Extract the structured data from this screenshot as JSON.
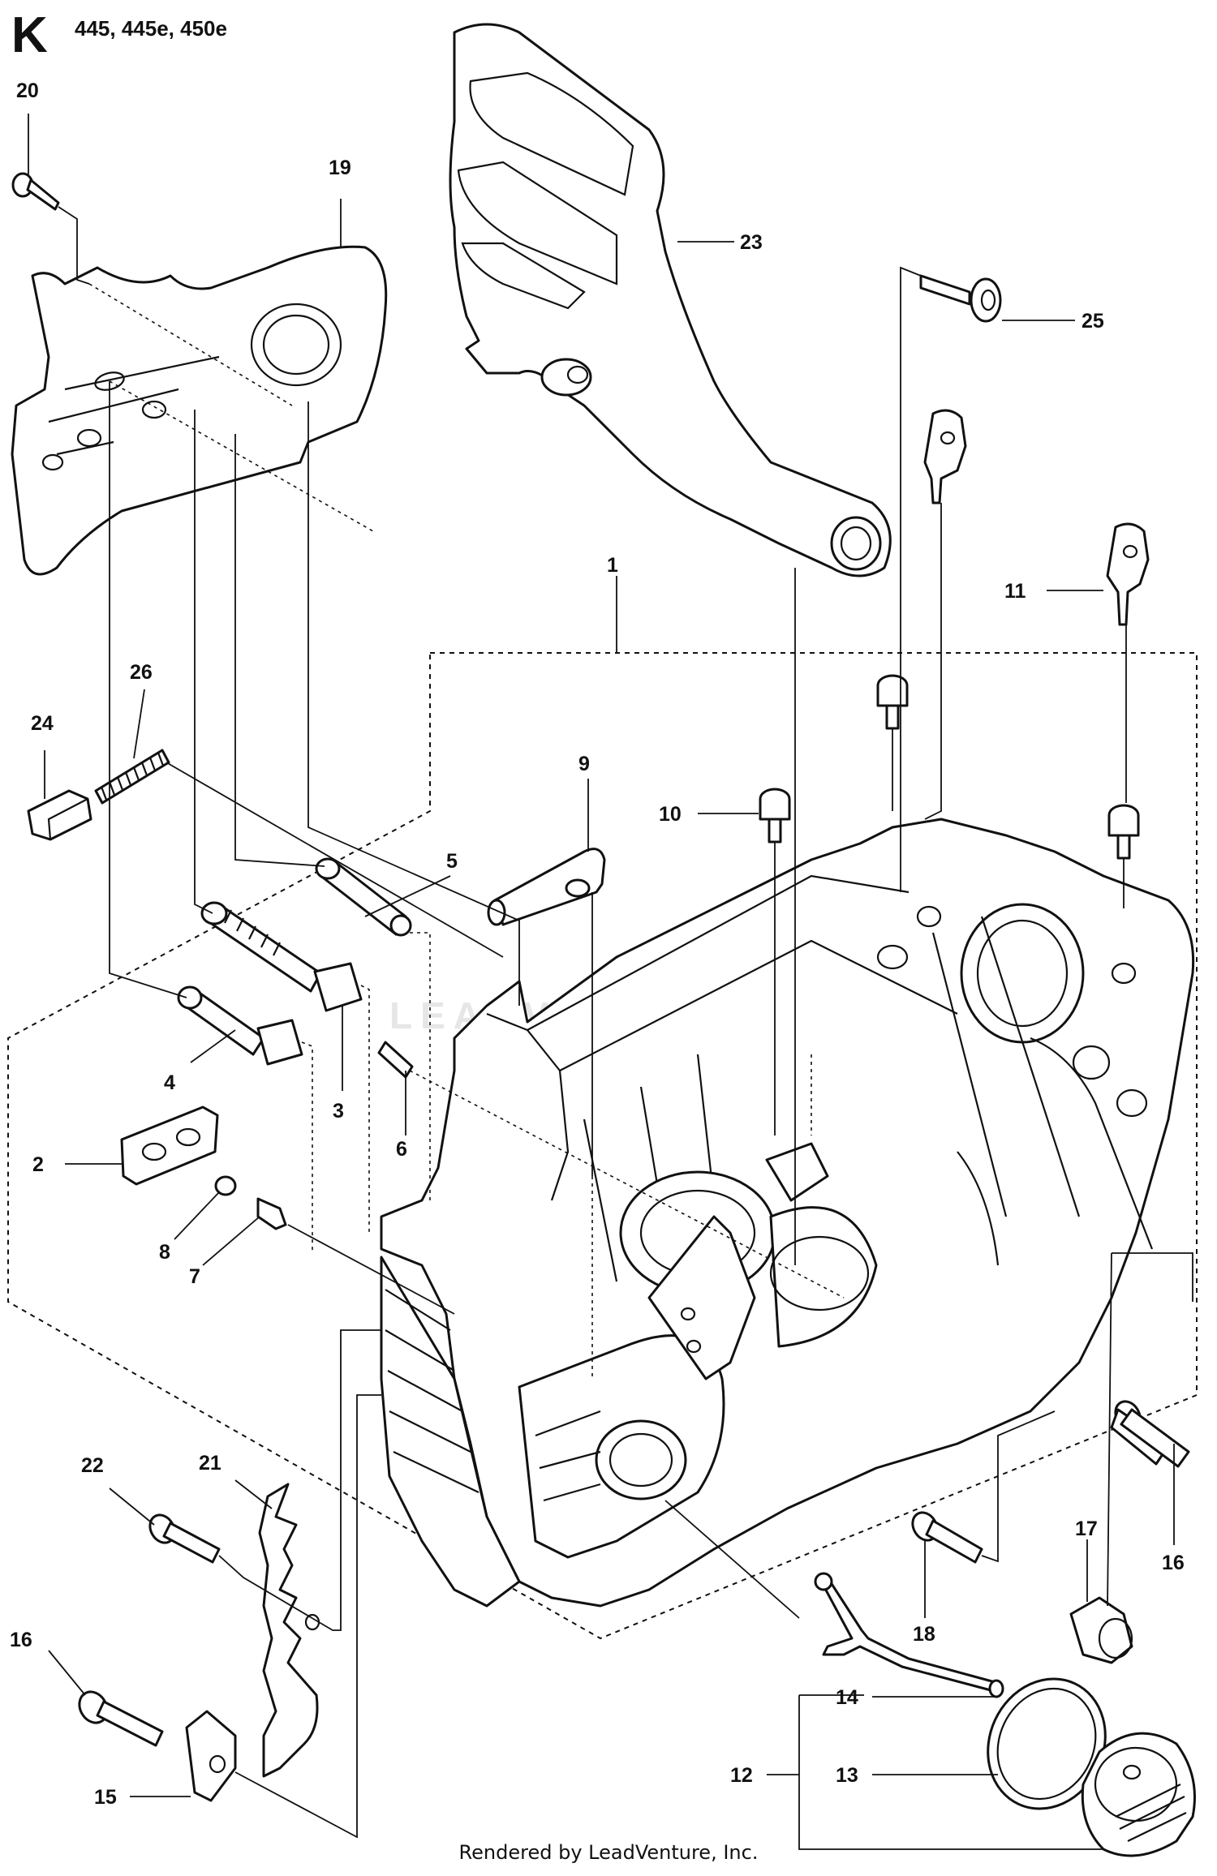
{
  "header": {
    "page_letter": "K",
    "models": "445, 445e, 450e"
  },
  "watermark": "LEADVENTURE",
  "footer": "Rendered by LeadVenture, Inc.",
  "callouts": [
    "1",
    "2",
    "3",
    "4",
    "5",
    "6",
    "7",
    "8",
    "9",
    "10",
    "11",
    "12",
    "13",
    "14",
    "15",
    "16",
    "16",
    "17",
    "18",
    "19",
    "20",
    "21",
    "22",
    "23",
    "24",
    "25",
    "26"
  ]
}
